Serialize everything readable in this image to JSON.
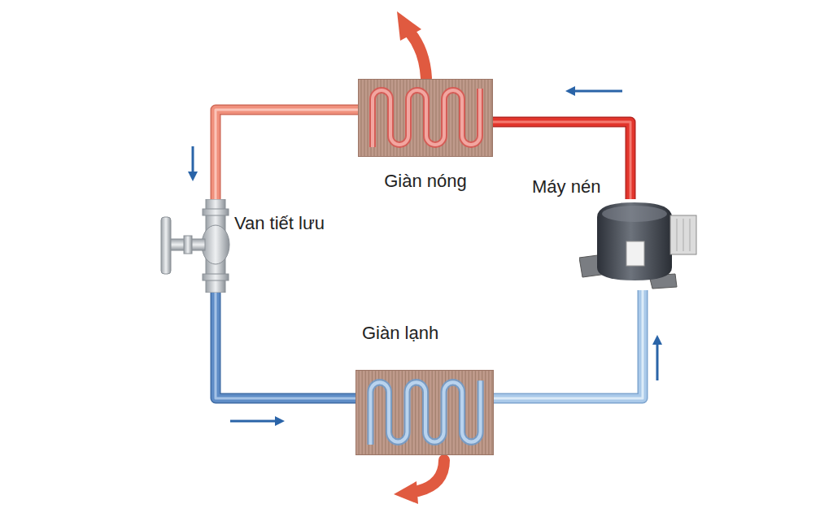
{
  "diagram": {
    "nodes": [
      {
        "text": [
          "Giàn nóng"
        ]
      },
      {
        "text": [
          "Máy nén"
        ]
      },
      {
        "text": [
          "Van tiết lưu"
        ]
      },
      {
        "text": [
          "Giàn lạnh"
        ]
      }
    ],
    "edges": [
      {
        "from": 1,
        "to": 0,
        "arrow": "to"
      },
      {
        "from": 0,
        "to": 2,
        "arrow": "to"
      },
      {
        "from": 2,
        "to": 3,
        "arrow": "to"
      },
      {
        "from": 3,
        "to": 1,
        "arrow": "to"
      }
    ]
  }
}
